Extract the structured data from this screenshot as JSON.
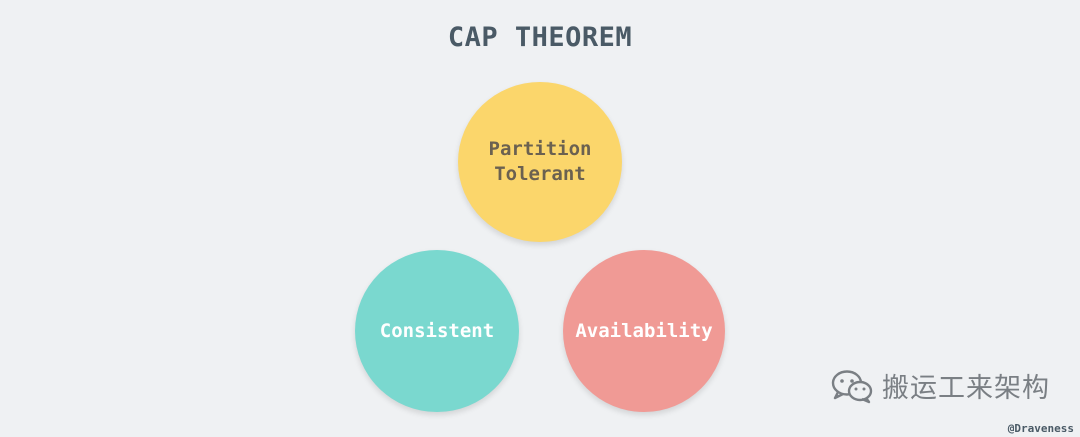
{
  "title": "CAP THEOREM",
  "circles": {
    "partition": {
      "line1": "Partition",
      "line2": "Tolerant",
      "color": "#fbd66b",
      "text_color": "#6b6150"
    },
    "consistent": {
      "label": "Consistent",
      "color": "#7ad8cf",
      "text_color": "#ffffff"
    },
    "availability": {
      "label": "Availability",
      "color": "#f09a95",
      "text_color": "#ffffff"
    }
  },
  "watermark": {
    "icon": "wechat-icon",
    "text": "搬运工来架构"
  },
  "credit": "@Draveness"
}
